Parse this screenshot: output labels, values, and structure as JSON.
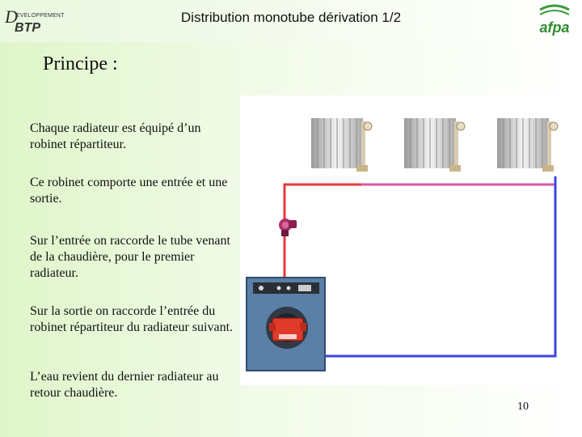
{
  "header": {
    "title": "Distribution monotube dérivation 1/2",
    "logo_left": {
      "letter": "D",
      "small_text": "EVELOPPEMENT",
      "brand": "BTP"
    },
    "logo_right": {
      "icon": "afpa-logo",
      "text": "afpa"
    }
  },
  "slide": {
    "subtitle": "Principe :",
    "paragraphs": [
      "Chaque radiateur est équipé d’un robinet répartiteur.",
      "Ce robinet comporte une entrée et une sortie.",
      "Sur l’entrée on raccorde le tube venant de la chaudière, pour le premier radiateur.",
      "Sur la sortie on raccorde l’entrée du robinet répartiteur du radiateur suivant.",
      "L’eau revient du dernier radiateur au retour chaudière."
    ],
    "page_number": "10"
  },
  "diagram": {
    "icons": [
      "radiator-icon",
      "pump-icon",
      "boiler-icon"
    ],
    "colors": {
      "supply": "#e23a3a",
      "mixed": "#d95aa6",
      "return": "#3a44e2",
      "boiler": "#5b7fa6",
      "burner": "#e03a2a"
    }
  }
}
